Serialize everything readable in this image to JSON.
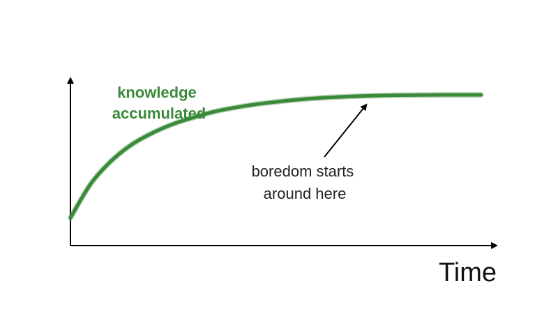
{
  "chart_data": {
    "type": "line",
    "title": "",
    "xlabel": "Time",
    "ylabel": "",
    "series": [
      {
        "name": "knowledge accumulated",
        "color": "#3a8a3a",
        "x": [
          0,
          0.05,
          0.1,
          0.15,
          0.2,
          0.25,
          0.3,
          0.35,
          0.4,
          0.45,
          0.5,
          0.55,
          0.6,
          0.65,
          0.7,
          0.75,
          0.8,
          0.85,
          0.9,
          0.95,
          1.0
        ],
        "values": [
          0.17,
          0.38,
          0.52,
          0.62,
          0.69,
          0.745,
          0.785,
          0.82,
          0.845,
          0.865,
          0.88,
          0.893,
          0.903,
          0.91,
          0.915,
          0.919,
          0.921,
          0.922,
          0.923,
          0.923,
          0.923
        ]
      }
    ],
    "series_label_lines": [
      "knowledge",
      "accumulated"
    ],
    "annotation": {
      "lines": [
        "boredom starts",
        "around here"
      ],
      "points_to_x": 0.7
    },
    "xlim": [
      0,
      1
    ],
    "ylim": [
      0,
      1
    ],
    "grid": false,
    "axis_color": "#000000"
  }
}
